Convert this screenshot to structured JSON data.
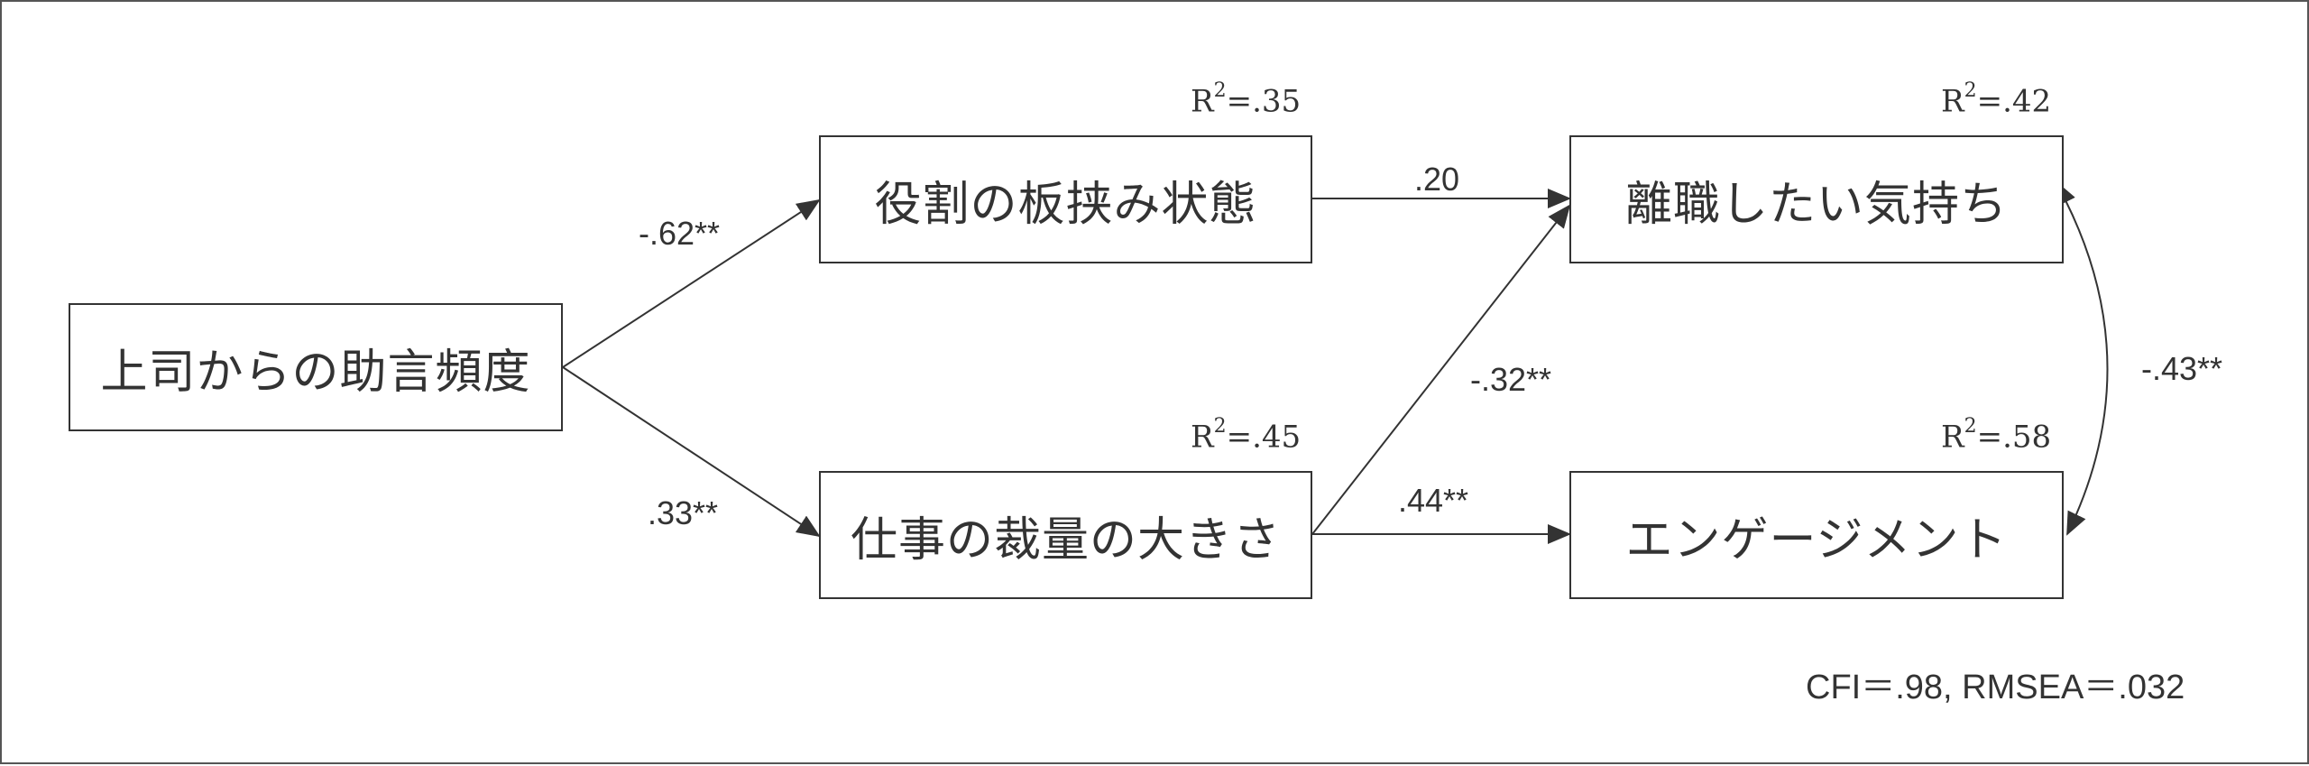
{
  "nodes": {
    "advice": "上司からの助言頻度",
    "role_conflict": "役割の板挟み状態",
    "job_discretion": "仕事の裁量の大きさ",
    "turnover": "離職したい気持ち",
    "engagement": "エンゲージメント"
  },
  "r_squared": {
    "label": "R",
    "exp": "2",
    "role_conflict": "=.35",
    "job_discretion": "=.45",
    "turnover": "=.42",
    "engagement": "=.58"
  },
  "paths": {
    "advice_to_role": "-.62**",
    "advice_to_discretion": ".33**",
    "role_to_turnover": ".20",
    "discretion_to_turnover": "-.32**",
    "discretion_to_engagement": ".44**",
    "turnover_engagement_cov": "-.43**"
  },
  "fit": "CFI＝.98, RMSEA＝.032",
  "colors": {
    "line": "#333333",
    "text": "#333333",
    "border": "#555555"
  }
}
